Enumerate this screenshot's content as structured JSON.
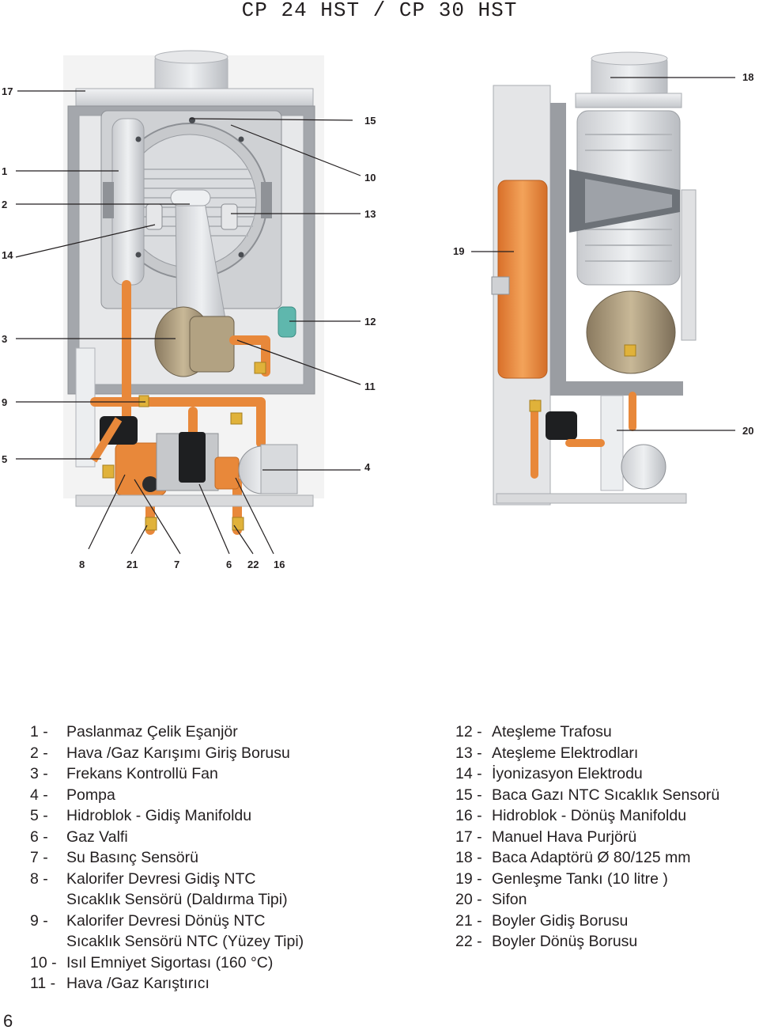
{
  "title": "CP 24 HST / CP 30 HST",
  "callouts": [
    "1",
    "2",
    "3",
    "4",
    "5",
    "6",
    "7",
    "8",
    "9",
    "10",
    "11",
    "12",
    "13",
    "14",
    "15",
    "16",
    "17",
    "18",
    "19",
    "20",
    "21",
    "22"
  ],
  "legend_left": [
    {
      "n": "1 -",
      "text": "Paslanmaz Çelik Eşanjör"
    },
    {
      "n": "2 -",
      "text": "Hava /Gaz Karışımı Giriş Borusu"
    },
    {
      "n": "3 -",
      "text": "Frekans Kontrollü Fan"
    },
    {
      "n": "4 -",
      "text": "Pompa"
    },
    {
      "n": "5 -",
      "text": "Hidroblok - Gidiş Manifoldu"
    },
    {
      "n": "6 -",
      "text": "Gaz Valfi"
    },
    {
      "n": "7 -",
      "text": "Su Basınç Sensörü"
    },
    {
      "n": "8 -",
      "text": "Kalorifer Devresi Gidiş NTC"
    },
    {
      "n": "",
      "text": "Sıcaklık Sensörü (Daldırma Tipi)"
    },
    {
      "n": "9 -",
      "text": "Kalorifer Devresi Dönüş NTC"
    },
    {
      "n": "",
      "text": "Sıcaklık Sensörü NTC (Yüzey Tipi)"
    },
    {
      "n": "10 -",
      "text": "Isıl Emniyet Sigortası (160 °C)"
    },
    {
      "n": "11 -",
      "text": "Hava /Gaz Karıştırıcı"
    }
  ],
  "legend_right": [
    {
      "n": "12 -",
      "text": "Ateşleme Trafosu"
    },
    {
      "n": "13 -",
      "text": "Ateşleme Elektrodları"
    },
    {
      "n": "14 -",
      "text": "İyonizasyon Elektrodu"
    },
    {
      "n": "15 -",
      "text": "Baca Gazı NTC Sıcaklık Sensorü"
    },
    {
      "n": "16 -",
      "text": "Hidroblok - Dönüş Manifoldu"
    },
    {
      "n": "17 -",
      "text": "Manuel Hava Purjörü"
    },
    {
      "n": "18 -",
      "text": "Baca Adaptörü Ø 80/125 mm"
    },
    {
      "n": "19 -",
      "text": "Genleşme Tankı (10 litre )"
    },
    {
      "n": "20 -",
      "text": "Sifon"
    },
    {
      "n": "21 -",
      "text": "Boyler Gidiş Borusu"
    },
    {
      "n": "22 -",
      "text": "Boyler Dönüş Borusu"
    }
  ],
  "page_number": "6",
  "colors": {
    "pipe": "#e8883a",
    "frame": "#9a9da2",
    "tank": "#ea8c3e",
    "panel": "#d9dadc",
    "brass": "#e0b23a",
    "teal": "#5fb7ad"
  }
}
